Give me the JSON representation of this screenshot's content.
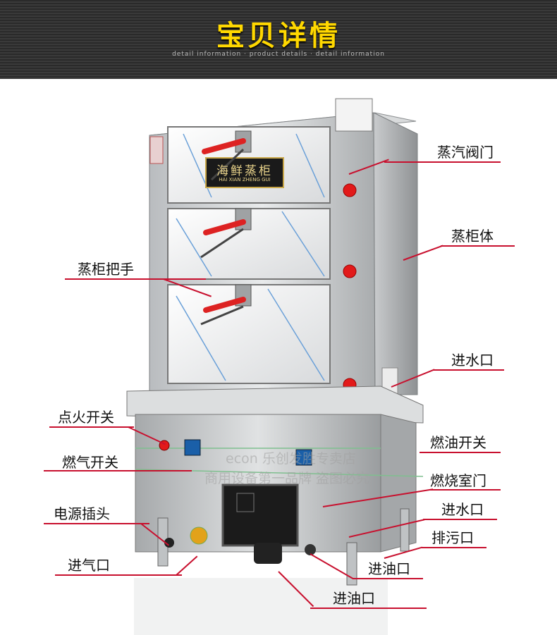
{
  "header": {
    "title": "宝贝详情",
    "subtitle": "detail information · product details · detail information"
  },
  "cabinet": {
    "plaque": "海鲜蒸柜",
    "plaque_pinyin": "HAI XIAN ZHENG GUI"
  },
  "watermark": {
    "line1": "econ 乐创发胜专卖店",
    "line2": "商用设备第一品牌 盗图必究"
  },
  "labels": {
    "steam_valve": "蒸汽阀门",
    "cabinet_body": "蒸柜体",
    "handle": "蒸柜把手",
    "water_inlet_top": "进水口",
    "ignition_switch": "点火开关",
    "oil_switch": "燃油开关",
    "gas_switch": "燃气开关",
    "burner_door": "燃烧室门",
    "water_inlet_bottom": "进水口",
    "power_plug": "电源插头",
    "drain_outlet": "排污口",
    "gas_inlet": "进气口",
    "oil_inlet_right": "进油口",
    "oil_inlet_bottom": "进油口"
  },
  "colors": {
    "accent": "#c8102e",
    "title_yellow": "#ffd800",
    "knob_red": "#e21a1a"
  }
}
